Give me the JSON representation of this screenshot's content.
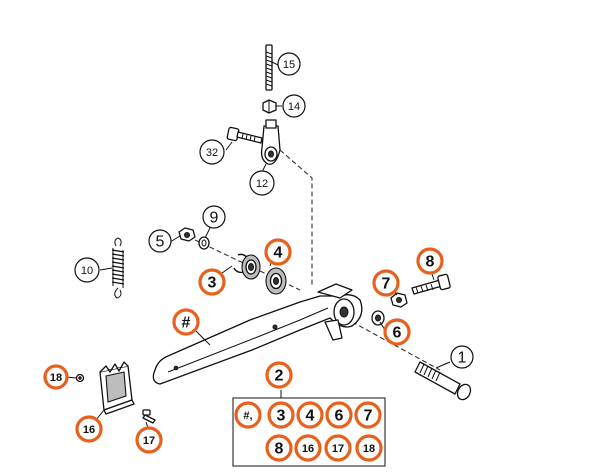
{
  "colors": {
    "highlight": "#e8601c",
    "line": "#111111"
  },
  "callouts": [
    {
      "id": "c15",
      "text": "15",
      "highlight": false
    },
    {
      "id": "c14",
      "text": "14",
      "highlight": false
    },
    {
      "id": "c32",
      "text": "32",
      "highlight": false
    },
    {
      "id": "c12",
      "text": "12",
      "highlight": false
    },
    {
      "id": "c9",
      "text": "9",
      "highlight": false
    },
    {
      "id": "c5",
      "text": "5",
      "highlight": false
    },
    {
      "id": "c4",
      "text": "4",
      "highlight": true
    },
    {
      "id": "c3",
      "text": "3",
      "highlight": true
    },
    {
      "id": "c10",
      "text": "10",
      "highlight": false
    },
    {
      "id": "c8",
      "text": "8",
      "highlight": true
    },
    {
      "id": "c7",
      "text": "7",
      "highlight": true
    },
    {
      "id": "c6",
      "text": "6",
      "highlight": true
    },
    {
      "id": "chash",
      "text": "#",
      "highlight": true
    },
    {
      "id": "c1",
      "text": "1",
      "highlight": false
    },
    {
      "id": "c18",
      "text": "18",
      "highlight": true
    },
    {
      "id": "c2",
      "text": "2",
      "highlight": true
    },
    {
      "id": "c16",
      "text": "16",
      "highlight": true
    },
    {
      "id": "c17",
      "text": "17",
      "highlight": true
    }
  ],
  "kit": {
    "row1": [
      "#,",
      "3",
      "4",
      "6",
      "7"
    ],
    "row2": [
      "8",
      "16",
      "17",
      "18"
    ]
  }
}
